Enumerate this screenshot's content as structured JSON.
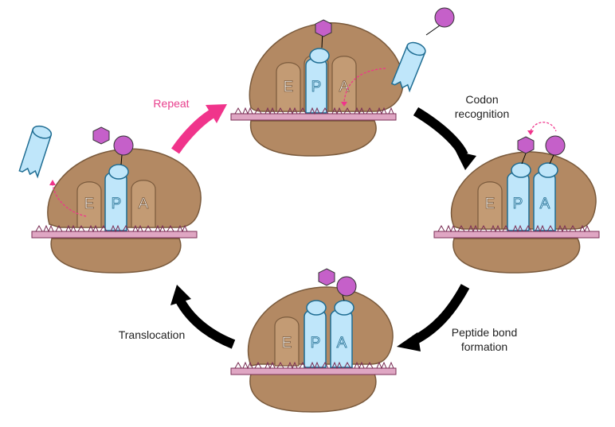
{
  "labels": {
    "repeat": "Repeat",
    "codon_recognition": [
      "Codon",
      "recognition"
    ],
    "peptide_bond_formation": [
      "Peptide bond",
      "formation"
    ],
    "translocation": "Translocation"
  },
  "sites": [
    "E",
    "P",
    "A"
  ],
  "colors": {
    "ribosome": "#b38963",
    "ribosome_stroke": "#7a5a3c",
    "site_pocket": "#c39b74",
    "trna": "#bfe6fa",
    "trna_stroke": "#1f6d93",
    "mrna": "#dfa6c3",
    "mrna_stroke": "#7a2e55",
    "amino_acid": "#c560c9",
    "arrow_main": "#000000",
    "arrow_accent": "#f0348b"
  }
}
